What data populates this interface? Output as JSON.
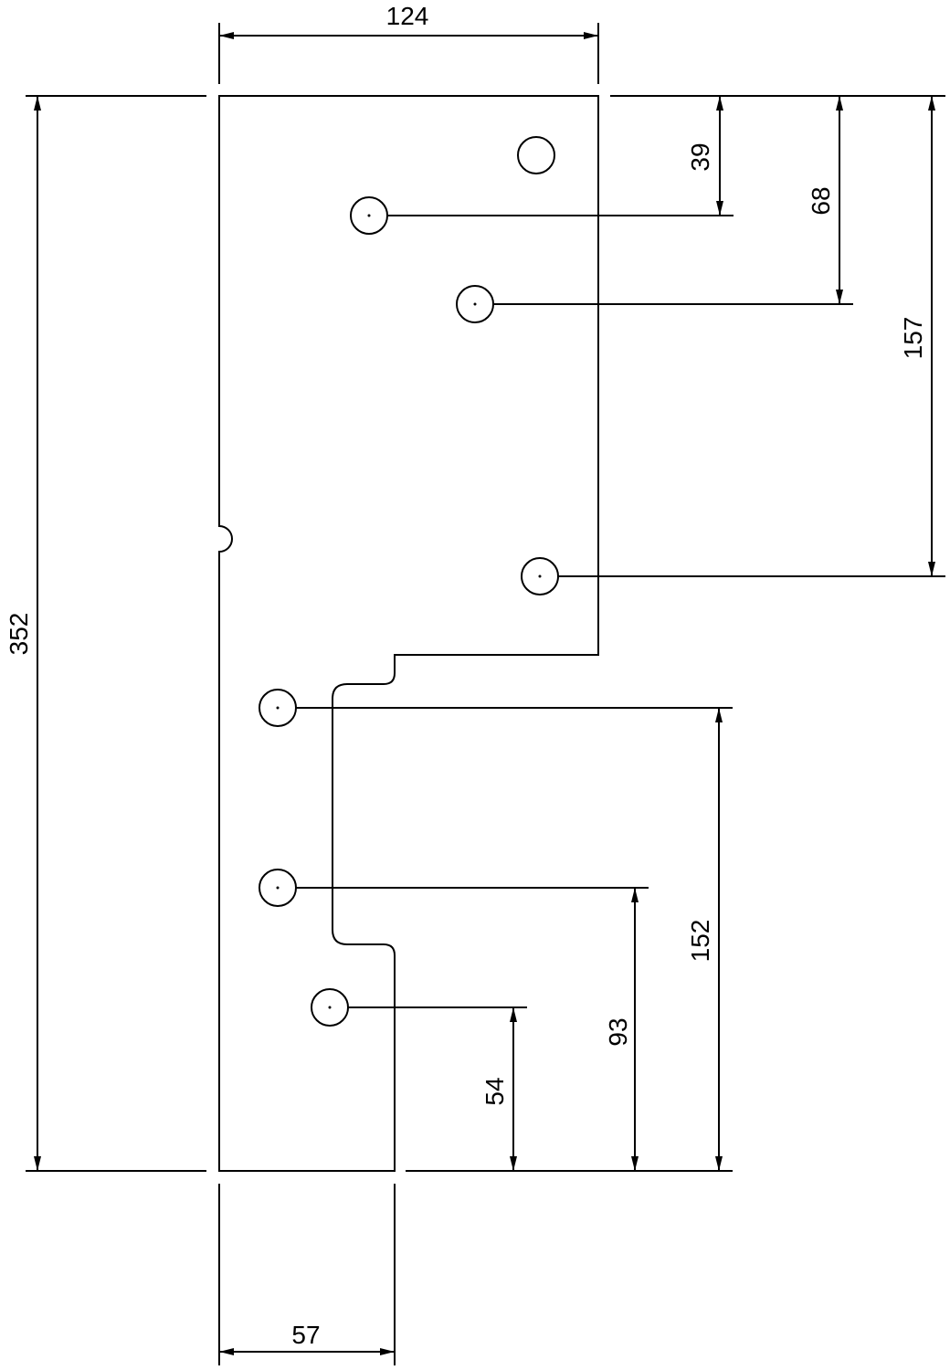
{
  "dimensions": {
    "overall_width": "124",
    "overall_height": "352",
    "bottom_width": "57",
    "top_hole_1": "39",
    "top_hole_2": "68",
    "right_hole": "157",
    "bottom_hole_1": "152",
    "bottom_hole_2": "93",
    "bottom_hole_3": "54"
  }
}
